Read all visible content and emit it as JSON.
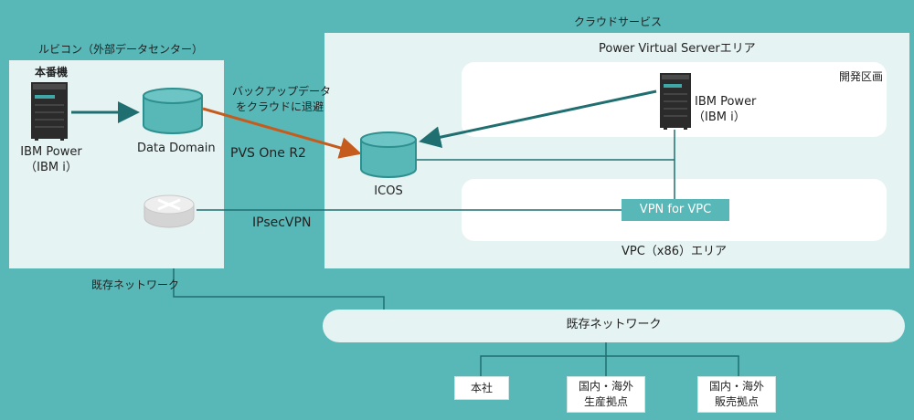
{
  "labels": {
    "cloud_services": "クラウドサービス",
    "rubicon": "ルビコン（外部データセンター）",
    "production": "本番機",
    "ibm_power_left": "IBM Power",
    "ibm_i_left": "（IBM i）",
    "data_domain": "Data Domain",
    "backup_line1": "バックアップデータ",
    "backup_line2": "をクラウドに退避",
    "pvs_one": "PVS One R2",
    "icos": "ICOS",
    "power_vs_area": "Power Virtual Serverエリア",
    "dev_zone": "開発区画",
    "ibm_power_right": "IBM Power",
    "ibm_i_right": "（IBM i）",
    "vpn_for_vpc": "VPN for VPC",
    "vpc_area": "VPC（x86）エリア",
    "ipsec": "IPsecVPN",
    "existing_net_label": "既存ネットワーク",
    "existing_net_bar": "既存ネットワーク",
    "hq": "本社",
    "prod_site_line1": "国内・海外",
    "prod_site_line2": "生産拠点",
    "sales_site_line1": "国内・海外",
    "sales_site_line2": "販売拠点"
  },
  "colors": {
    "background": "#58b8b7",
    "panel": "#e6f3f3",
    "white": "#ffffff",
    "teal": "#2e8f8f",
    "arrow_teal": "#1f6f70",
    "arrow_orange": "#c65b1e",
    "server": "#2b2b2b"
  },
  "icons": [
    "server-icon",
    "database-icon",
    "router-icon"
  ]
}
